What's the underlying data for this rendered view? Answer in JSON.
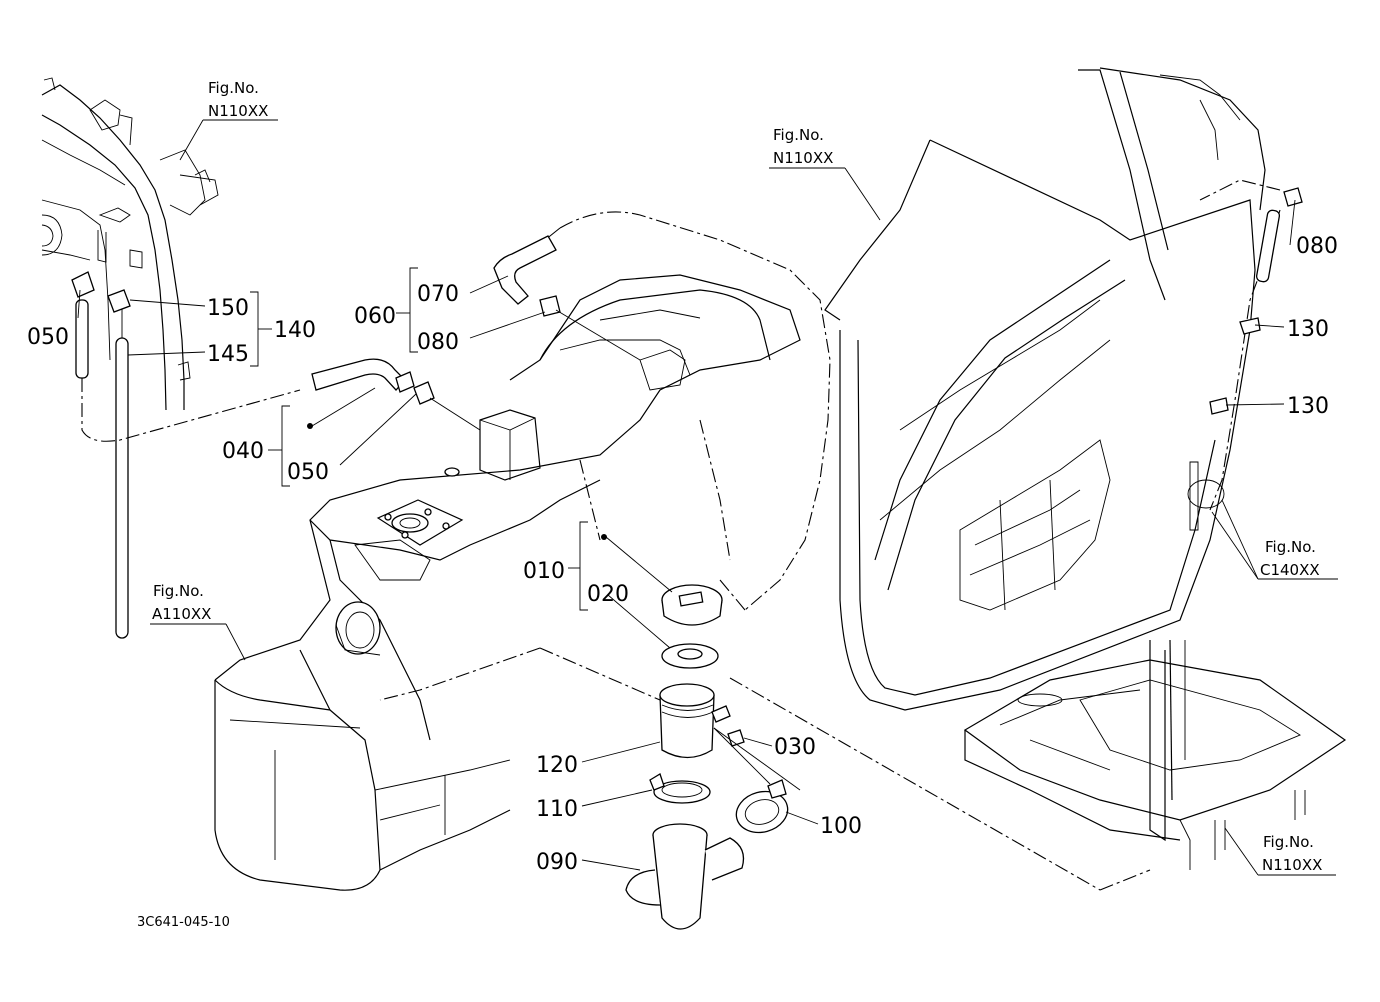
{
  "diagram": {
    "drawing_code": "3C641-045-10",
    "fig_refs": {
      "top_left": {
        "line1": "Fig.No.",
        "line2": "N110XX"
      },
      "top_center": {
        "line1": "Fig.No.",
        "line2": "N110XX"
      },
      "right": {
        "line1": "Fig.No.",
        "line2": "C140XX"
      },
      "bottom_right": {
        "line1": "Fig.No.",
        "line2": "N110XX"
      },
      "left": {
        "line1": "Fig.No.",
        "line2": "A110XX"
      }
    },
    "part_labels": {
      "p010": "010",
      "p020": "020",
      "p030": "030",
      "p040": "040",
      "p050a": "050",
      "p050b": "050",
      "p060": "060",
      "p070": "070",
      "p080a": "080",
      "p080b": "080",
      "p090": "090",
      "p100": "100",
      "p110": "110",
      "p120": "120",
      "p130a": "130",
      "p130b": "130",
      "p140": "140",
      "p145": "145",
      "p150": "150"
    }
  }
}
